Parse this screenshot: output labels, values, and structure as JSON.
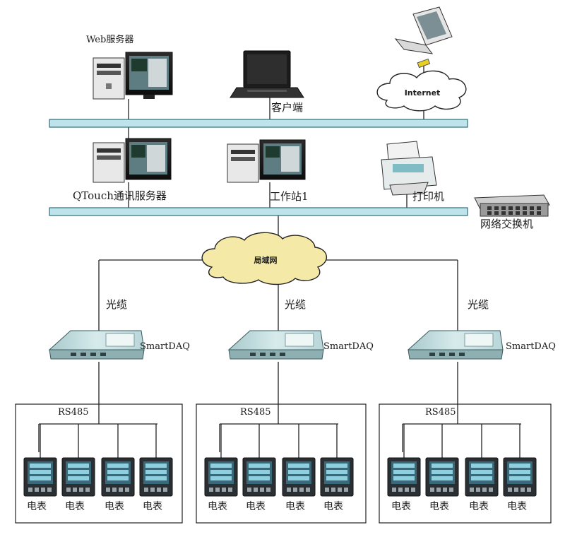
{
  "colors": {
    "bus_fill": "#bfe3ea",
    "bus_stroke": "#2b6f7c",
    "cloud_internet": "#ffffff",
    "cloud_lan": "#f5e9a8",
    "daq_body": "#cfe3e4",
    "meter_screen": "#3a6a7a"
  },
  "top": {
    "web_server": "Web服务器",
    "client": "客户端",
    "internet": "Internet"
  },
  "middle": {
    "comm_server": "QTouch通讯服务器",
    "workstation": "工作站1",
    "printer": "打印机",
    "switch": "网络交换机"
  },
  "lan": "局域网",
  "branches": [
    {
      "fiber": "光缆",
      "daq": "SmartDAQ",
      "rs485": "RS485",
      "meters": [
        "电表",
        "电表",
        "电表",
        "电表"
      ]
    },
    {
      "fiber": "光缆",
      "daq": "SmartDAQ",
      "rs485": "RS485",
      "meters": [
        "电表",
        "电表",
        "电表",
        "电表"
      ]
    },
    {
      "fiber": "光缆",
      "daq": "SmartDAQ",
      "rs485": "RS485",
      "meters": [
        "电表",
        "电表",
        "电表",
        "电表"
      ]
    }
  ]
}
